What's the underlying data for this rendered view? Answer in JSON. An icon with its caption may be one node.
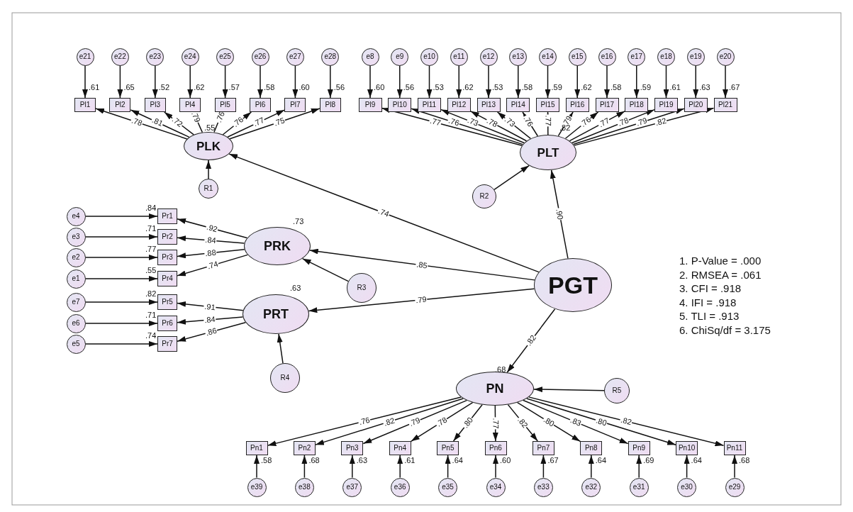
{
  "diagram": {
    "nodes": [
      {
        "text": [
          "e21"
        ]
      },
      {
        "text": [
          "e22"
        ]
      },
      {
        "text": [
          "e23"
        ]
      },
      {
        "text": [
          "e24"
        ]
      },
      {
        "text": [
          "e25"
        ]
      },
      {
        "text": [
          "e26"
        ]
      },
      {
        "text": [
          "e27"
        ]
      },
      {
        "text": [
          "e28"
        ]
      },
      {
        "text": [
          "e8"
        ]
      },
      {
        "text": [
          "e9"
        ]
      },
      {
        "text": [
          "e10"
        ]
      },
      {
        "text": [
          "e11"
        ]
      },
      {
        "text": [
          "e12"
        ]
      },
      {
        "text": [
          "e13"
        ]
      },
      {
        "text": [
          "e14"
        ]
      },
      {
        "text": [
          "e15"
        ]
      },
      {
        "text": [
          "e16"
        ]
      },
      {
        "text": [
          "e17"
        ]
      },
      {
        "text": [
          "e18"
        ]
      },
      {
        "text": [
          "e19"
        ]
      },
      {
        "text": [
          "e20"
        ]
      },
      {
        "text": [
          "Pl1"
        ],
        "beside": [
          ".61"
        ]
      },
      {
        "text": [
          "Pl2"
        ],
        "beside": [
          ".65"
        ]
      },
      {
        "text": [
          "Pl3"
        ],
        "beside": [
          ".52"
        ]
      },
      {
        "text": [
          "Pl4"
        ],
        "beside": [
          ".62"
        ]
      },
      {
        "text": [
          "Pl5"
        ],
        "beside": [
          ".57"
        ]
      },
      {
        "text": [
          "Pl6"
        ],
        "beside": [
          ".58"
        ]
      },
      {
        "text": [
          "Pl7"
        ],
        "beside": [
          ".60"
        ]
      },
      {
        "text": [
          "Pl8"
        ],
        "beside": [
          ".56"
        ]
      },
      {
        "text": [
          "Pl9"
        ],
        "beside": [
          ".60"
        ]
      },
      {
        "text": [
          "Pl10"
        ],
        "beside": [
          ".56"
        ]
      },
      {
        "text": [
          "Pl11"
        ],
        "beside": [
          ".53"
        ]
      },
      {
        "text": [
          "Pl12"
        ],
        "beside": [
          ".62"
        ]
      },
      {
        "text": [
          "Pl13"
        ],
        "beside": [
          ".53"
        ]
      },
      {
        "text": [
          "Pl14"
        ],
        "beside": [
          ".58"
        ]
      },
      {
        "text": [
          "Pl15"
        ],
        "beside": [
          ".59"
        ]
      },
      {
        "text": [
          "Pl16"
        ],
        "beside": [
          ".62"
        ]
      },
      {
        "text": [
          "Pl17"
        ],
        "beside": [
          ".58"
        ]
      },
      {
        "text": [
          "Pl18"
        ],
        "beside": [
          ".59"
        ]
      },
      {
        "text": [
          "Pl19"
        ],
        "beside": [
          ".61"
        ]
      },
      {
        "text": [
          "Pl20"
        ],
        "beside": [
          ".63"
        ]
      },
      {
        "text": [
          "Pl21"
        ],
        "beside": [
          ".67"
        ]
      },
      {
        "text": [
          "PLK"
        ],
        "beside": [
          ".55"
        ]
      },
      {
        "text": [
          "PLT"
        ],
        "beside": [
          ".82"
        ]
      },
      {
        "text": [
          "R1"
        ]
      },
      {
        "text": [
          "R2"
        ]
      },
      {
        "text": [
          "e4"
        ]
      },
      {
        "text": [
          "e3"
        ]
      },
      {
        "text": [
          "e2"
        ]
      },
      {
        "text": [
          "e1"
        ]
      },
      {
        "text": [
          "Pr1"
        ],
        "beside": [
          ".84"
        ]
      },
      {
        "text": [
          "Pr2"
        ],
        "beside": [
          ".71"
        ]
      },
      {
        "text": [
          "Pr3"
        ],
        "beside": [
          ".77"
        ]
      },
      {
        "text": [
          "Pr4"
        ],
        "beside": [
          ".55"
        ]
      },
      {
        "text": [
          "PRK"
        ],
        "beside": [
          ".73"
        ]
      },
      {
        "text": [
          "R3"
        ]
      },
      {
        "text": [
          "PGT"
        ]
      },
      {
        "text": [
          "e7"
        ]
      },
      {
        "text": [
          "e6"
        ]
      },
      {
        "text": [
          "e5"
        ]
      },
      {
        "text": [
          "Pr5"
        ],
        "beside": [
          ".82"
        ]
      },
      {
        "text": [
          "Pr6"
        ],
        "beside": [
          ".71"
        ]
      },
      {
        "text": [
          "Pr7"
        ],
        "beside": [
          ".74"
        ]
      },
      {
        "text": [
          "PRT"
        ],
        "beside": [
          ".63"
        ]
      },
      {
        "text": [
          "R4"
        ]
      },
      {
        "text": [
          "PN"
        ],
        "beside": [
          ".68"
        ]
      },
      {
        "text": [
          "R5"
        ]
      },
      {
        "text": [
          "Pn1"
        ],
        "beside": [
          ".58"
        ]
      },
      {
        "text": [
          "Pn2"
        ],
        "beside": [
          ".68"
        ]
      },
      {
        "text": [
          "Pn3"
        ],
        "beside": [
          ".63"
        ]
      },
      {
        "text": [
          "Pn4"
        ],
        "beside": [
          ".61"
        ]
      },
      {
        "text": [
          "Pn5"
        ],
        "beside": [
          ".64"
        ]
      },
      {
        "text": [
          "Pn6"
        ],
        "beside": [
          ".60"
        ]
      },
      {
        "text": [
          "Pn7"
        ],
        "beside": [
          ".67"
        ]
      },
      {
        "text": [
          "Pn8"
        ],
        "beside": [
          ".64"
        ]
      },
      {
        "text": [
          "Pn9"
        ],
        "beside": [
          ".69"
        ]
      },
      {
        "text": [
          "Pn10"
        ],
        "beside": [
          ".64"
        ]
      },
      {
        "text": [
          "Pn11"
        ],
        "beside": [
          ".68"
        ]
      },
      {
        "text": [
          "e39"
        ]
      },
      {
        "text": [
          "e38"
        ]
      },
      {
        "text": [
          "e37"
        ]
      },
      {
        "text": [
          "e36"
        ]
      },
      {
        "text": [
          "e35"
        ]
      },
      {
        "text": [
          "e34"
        ]
      },
      {
        "text": [
          "e33"
        ]
      },
      {
        "text": [
          "e32"
        ]
      },
      {
        "text": [
          "e31"
        ]
      },
      {
        "text": [
          "e30"
        ]
      },
      {
        "text": [
          "e29"
        ]
      }
    ],
    "edges": [
      {
        "from": 0,
        "to": 21,
        "arrow": "to"
      },
      {
        "from": 1,
        "to": 22,
        "arrow": "to"
      },
      {
        "from": 2,
        "to": 23,
        "arrow": "to"
      },
      {
        "from": 3,
        "to": 24,
        "arrow": "to"
      },
      {
        "from": 4,
        "to": 25,
        "arrow": "to"
      },
      {
        "from": 5,
        "to": 26,
        "arrow": "to"
      },
      {
        "from": 6,
        "to": 27,
        "arrow": "to"
      },
      {
        "from": 7,
        "to": 28,
        "arrow": "to"
      },
      {
        "from": 8,
        "to": 29,
        "arrow": "to"
      },
      {
        "from": 9,
        "to": 30,
        "arrow": "to"
      },
      {
        "from": 10,
        "to": 31,
        "arrow": "to"
      },
      {
        "from": 11,
        "to": 32,
        "arrow": "to"
      },
      {
        "from": 12,
        "to": 33,
        "arrow": "to"
      },
      {
        "from": 13,
        "to": 34,
        "arrow": "to"
      },
      {
        "from": 14,
        "to": 35,
        "arrow": "to"
      },
      {
        "from": 15,
        "to": 36,
        "arrow": "to"
      },
      {
        "from": 16,
        "to": 37,
        "arrow": "to"
      },
      {
        "from": 17,
        "to": 38,
        "arrow": "to"
      },
      {
        "from": 18,
        "to": 39,
        "arrow": "to"
      },
      {
        "from": 19,
        "to": 40,
        "arrow": "to"
      },
      {
        "from": 20,
        "to": 41,
        "arrow": "to"
      },
      {
        "from": 42,
        "to": 21,
        "arrow": "to",
        "label": ".78"
      },
      {
        "from": 42,
        "to": 22,
        "arrow": "to",
        "label": ".81"
      },
      {
        "from": 42,
        "to": 23,
        "arrow": "to",
        "label": ".72"
      },
      {
        "from": 42,
        "to": 24,
        "arrow": "to",
        "label": ".79"
      },
      {
        "from": 42,
        "to": 25,
        "arrow": "to",
        "label": ".76"
      },
      {
        "from": 42,
        "to": 26,
        "arrow": "to",
        "label": ".76"
      },
      {
        "from": 42,
        "to": 27,
        "arrow": "to",
        "label": ".77"
      },
      {
        "from": 42,
        "to": 28,
        "arrow": "to",
        "label": ".75"
      },
      {
        "from": 43,
        "to": 29,
        "arrow": "to",
        "label": ".77"
      },
      {
        "from": 43,
        "to": 30,
        "arrow": "to",
        "label": ".76"
      },
      {
        "from": 43,
        "to": 31,
        "arrow": "to",
        "label": ".73"
      },
      {
        "from": 43,
        "to": 32,
        "arrow": "to",
        "label": ".78"
      },
      {
        "from": 43,
        "to": 33,
        "arrow": "to",
        "label": ".73"
      },
      {
        "from": 43,
        "to": 34,
        "arrow": "to",
        "label": ".76"
      },
      {
        "from": 43,
        "to": 35,
        "arrow": "to",
        "label": ".77"
      },
      {
        "from": 43,
        "to": 36,
        "arrow": "to",
        "label": ".79"
      },
      {
        "from": 43,
        "to": 37,
        "arrow": "to",
        "label": ".76"
      },
      {
        "from": 43,
        "to": 38,
        "arrow": "to",
        "label": ".77"
      },
      {
        "from": 43,
        "to": 39,
        "arrow": "to",
        "label": ".78"
      },
      {
        "from": 43,
        "to": 40,
        "arrow": "to",
        "label": ".79"
      },
      {
        "from": 43,
        "to": 41,
        "arrow": "to",
        "label": ".82"
      },
      {
        "from": 44,
        "to": 42,
        "arrow": "to"
      },
      {
        "from": 45,
        "to": 43,
        "arrow": "to"
      },
      {
        "from": 56,
        "to": 42,
        "arrow": "to",
        "label": ".74"
      },
      {
        "from": 56,
        "to": 43,
        "arrow": "to",
        "label": ".90"
      },
      {
        "from": 46,
        "to": 50,
        "arrow": "to"
      },
      {
        "from": 47,
        "to": 51,
        "arrow": "to"
      },
      {
        "from": 48,
        "to": 52,
        "arrow": "to"
      },
      {
        "from": 49,
        "to": 53,
        "arrow": "to"
      },
      {
        "from": 54,
        "to": 50,
        "arrow": "to",
        "label": ".92"
      },
      {
        "from": 54,
        "to": 51,
        "arrow": "to",
        "label": ".84"
      },
      {
        "from": 54,
        "to": 52,
        "arrow": "to",
        "label": ".88"
      },
      {
        "from": 54,
        "to": 53,
        "arrow": "to",
        "label": ".74"
      },
      {
        "from": 55,
        "to": 54,
        "arrow": "to"
      },
      {
        "from": 56,
        "to": 54,
        "arrow": "to",
        "label": ".85"
      },
      {
        "from": 57,
        "to": 60,
        "arrow": "to"
      },
      {
        "from": 58,
        "to": 61,
        "arrow": "to"
      },
      {
        "from": 59,
        "to": 62,
        "arrow": "to"
      },
      {
        "from": 63,
        "to": 60,
        "arrow": "to",
        "label": ".91"
      },
      {
        "from": 63,
        "to": 61,
        "arrow": "to",
        "label": ".84"
      },
      {
        "from": 63,
        "to": 62,
        "arrow": "to",
        "label": ".86"
      },
      {
        "from": 64,
        "to": 63,
        "arrow": "to"
      },
      {
        "from": 56,
        "to": 63,
        "arrow": "to",
        "label": ".79"
      },
      {
        "from": 56,
        "to": 65,
        "arrow": "to",
        "label": ".82"
      },
      {
        "from": 66,
        "to": 65,
        "arrow": "to"
      },
      {
        "from": 65,
        "to": 67,
        "arrow": "to",
        "label": ".76"
      },
      {
        "from": 65,
        "to": 68,
        "arrow": "to",
        "label": ".82"
      },
      {
        "from": 65,
        "to": 69,
        "arrow": "to",
        "label": ".79"
      },
      {
        "from": 65,
        "to": 70,
        "arrow": "to",
        "label": ".78"
      },
      {
        "from": 65,
        "to": 71,
        "arrow": "to",
        "label": ".80"
      },
      {
        "from": 65,
        "to": 72,
        "arrow": "to",
        "label": ".77"
      },
      {
        "from": 65,
        "to": 73,
        "arrow": "to",
        "label": ".82"
      },
      {
        "from": 65,
        "to": 74,
        "arrow": "to",
        "label": ".80"
      },
      {
        "from": 65,
        "to": 75,
        "arrow": "to",
        "label": ".83"
      },
      {
        "from": 65,
        "to": 76,
        "arrow": "to",
        "label": ".80"
      },
      {
        "from": 65,
        "to": 77,
        "arrow": "to",
        "label": ".82"
      },
      {
        "from": 78,
        "to": 67,
        "arrow": "to"
      },
      {
        "from": 79,
        "to": 68,
        "arrow": "to"
      },
      {
        "from": 80,
        "to": 69,
        "arrow": "to"
      },
      {
        "from": 81,
        "to": 70,
        "arrow": "to"
      },
      {
        "from": 82,
        "to": 71,
        "arrow": "to"
      },
      {
        "from": 83,
        "to": 72,
        "arrow": "to"
      },
      {
        "from": 84,
        "to": 73,
        "arrow": "to"
      },
      {
        "from": 85,
        "to": 74,
        "arrow": "to"
      },
      {
        "from": 86,
        "to": 75,
        "arrow": "to"
      },
      {
        "from": 87,
        "to": 76,
        "arrow": "to"
      },
      {
        "from": 88,
        "to": 77,
        "arrow": "to"
      }
    ],
    "labels": [
      "1. P-Value = .000",
      "2. RMSEA = .061",
      "3. CFI = .918",
      "4. IFI = .918",
      "5. TLI = .913",
      "6. ChiSq/df = 3.175"
    ]
  }
}
